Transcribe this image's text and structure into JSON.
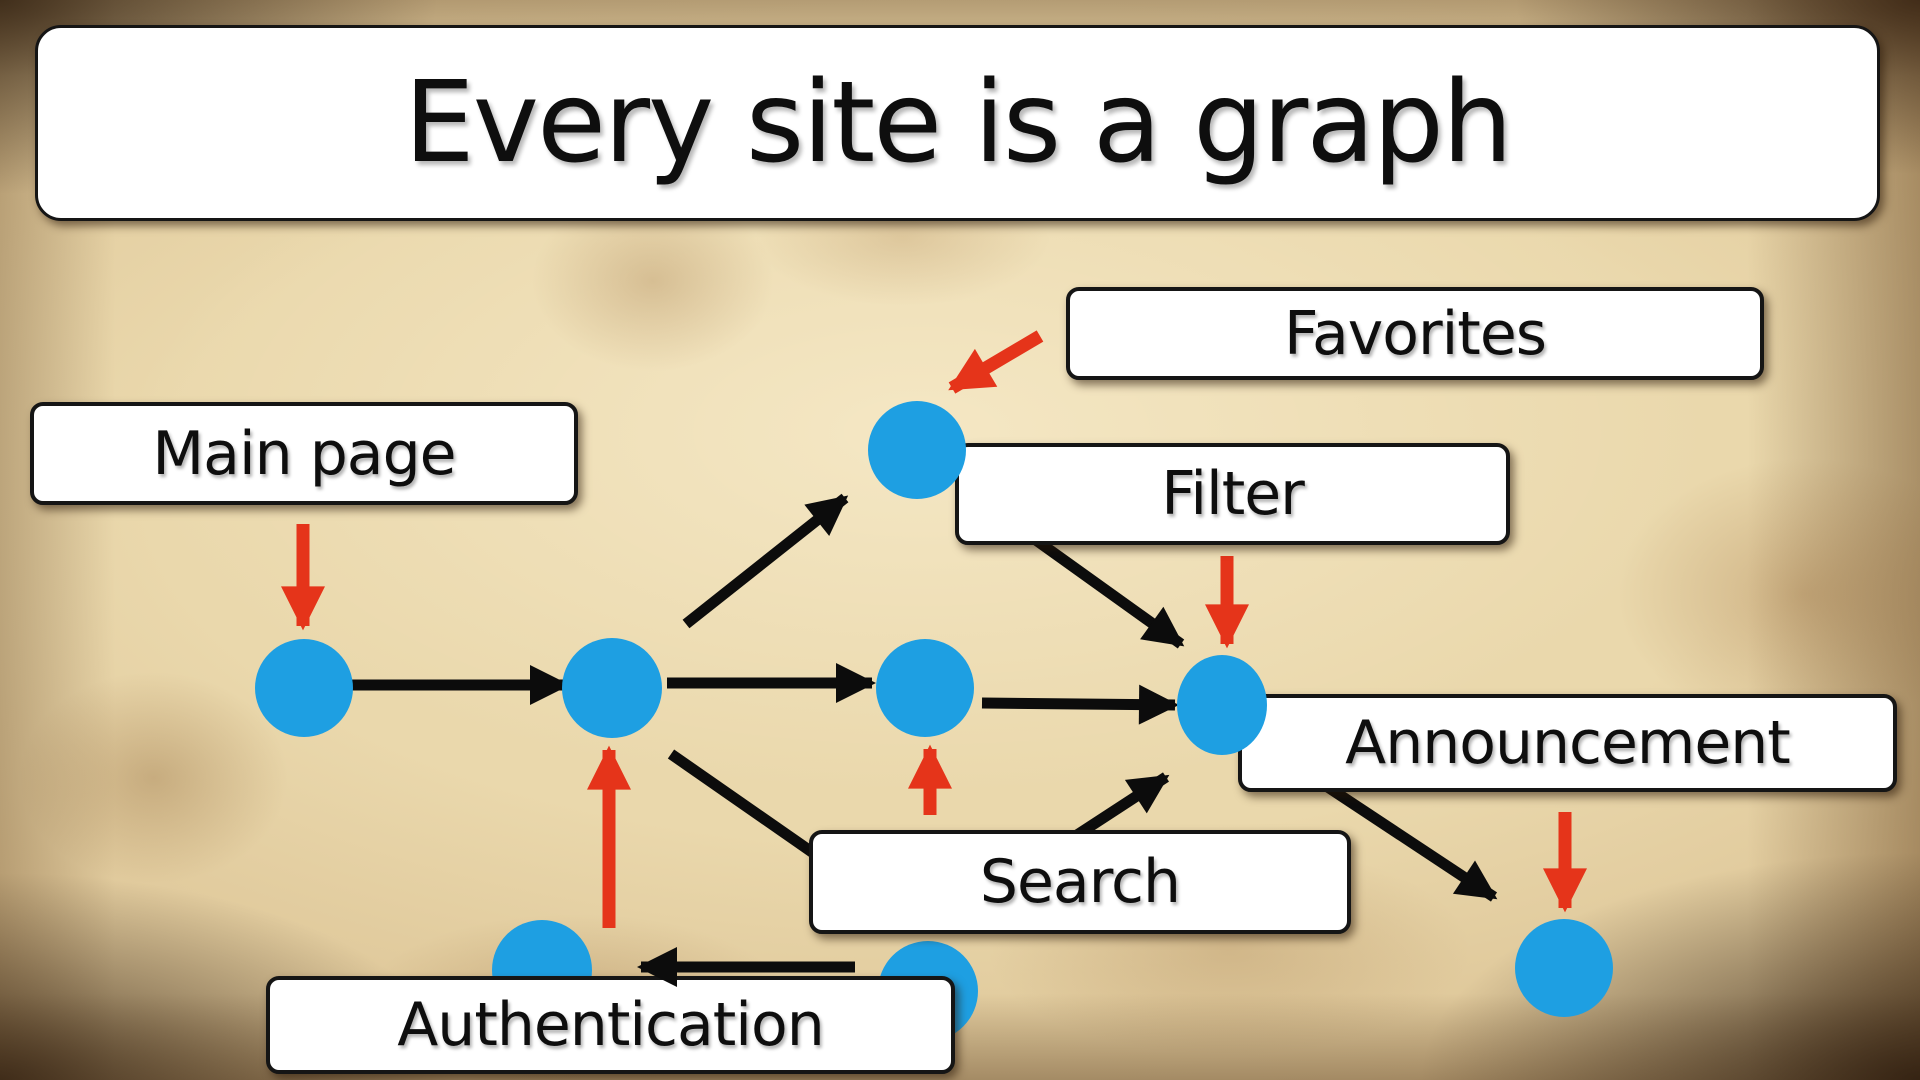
{
  "slide": {
    "title": "Every site is a graph"
  },
  "labels": {
    "main_page": "Main page",
    "favorites": "Favorites",
    "filter": "Filter",
    "announcement": "Announcement",
    "search": "Search",
    "authentication": "Authentication"
  },
  "figure": {
    "type": "node-link-diagram",
    "blue_node_count": 8,
    "black_edge_count": 9,
    "red_pointer_count": 6,
    "red_pointers": [
      {
        "from": "Main page",
        "to": "node-a"
      },
      {
        "from": "Favorites",
        "to": "node-c"
      },
      {
        "from": "Filter",
        "to": "node-e"
      },
      {
        "from": "Search",
        "to": "node-d"
      },
      {
        "from": "Announcement",
        "to": "node-f"
      },
      {
        "from": "Authentication",
        "to": "node-b"
      }
    ],
    "black_edges": [
      "node-a → node-b",
      "node-b → node-c",
      "node-b → node-d",
      "node-d → node-e",
      "filter-box → node-e",
      "node-b → search-box",
      "node-h → node-e",
      "announcement-box → node-f",
      "node-h → node-g"
    ]
  },
  "colors": {
    "node_blue": "#1e9fe2",
    "arrow_red": "#e5341a",
    "arrow_black": "#0c0c0c",
    "box_background": "#ffffff",
    "box_border": "#151515",
    "parchment_mid": "#e0cb9e"
  }
}
